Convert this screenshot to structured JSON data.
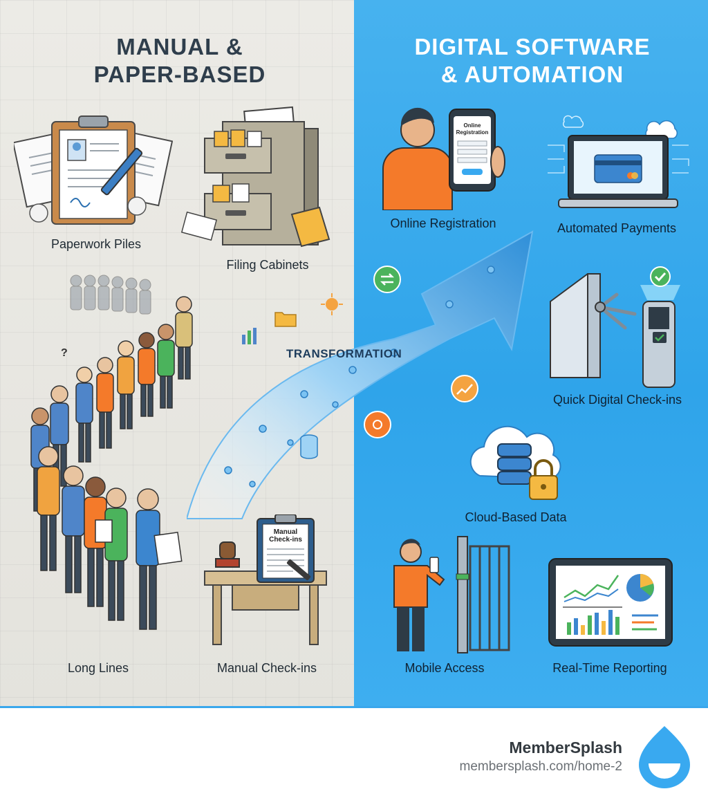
{
  "left": {
    "title_line1": "MANUAL &",
    "title_line2": "PAPER-BASED",
    "items": {
      "paperwork": "Paperwork Piles",
      "filing": "Filing Cabinets",
      "lines": "Long Lines",
      "checkins": "Manual Check-ins"
    },
    "clipboard_text_line1": "Manual",
    "clipboard_text_line2": "Check-ins"
  },
  "right": {
    "title_line1": "DIGITAL SOFTWARE",
    "title_line2": "& AUTOMATION",
    "items": {
      "registration": "Online Registration",
      "payments": "Automated Payments",
      "checkins": "Quick Digital Check-ins",
      "cloud": "Cloud-Based Data",
      "mobile": "Mobile Access",
      "reporting": "Real-Time Reporting"
    },
    "phone_text_line1": "Online",
    "phone_text_line2": "Registration"
  },
  "center": {
    "arrow_label": "TRANSFORMATION"
  },
  "footer": {
    "brand": "MemberSplash",
    "url": "membersplash.com/home-2"
  },
  "colors": {
    "left_bg": "#ecebe6",
    "right_bg": "#2fa4ea",
    "accent_orange": "#f47a2a",
    "brand_blue": "#39a9f0"
  }
}
